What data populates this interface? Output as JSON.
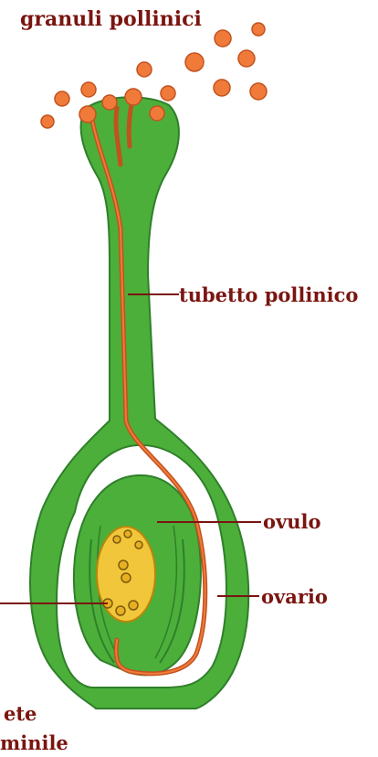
{
  "labels": {
    "pollen_grains": "granuli pollinici",
    "pollen_tube": "tubetto pollinico",
    "ovule": "ovulo",
    "ovary": "ovario",
    "gamete_line1": "ete",
    "gamete_line2": "minile"
  },
  "colors": {
    "label_text": "#7a1510",
    "pistil_green": "#4caf3a",
    "pistil_dark_green": "#2f7f2a",
    "pollen_orange": "#f07a3a",
    "tube_stroke": "#c2521e",
    "egg_yellow": "#f2c63a"
  }
}
